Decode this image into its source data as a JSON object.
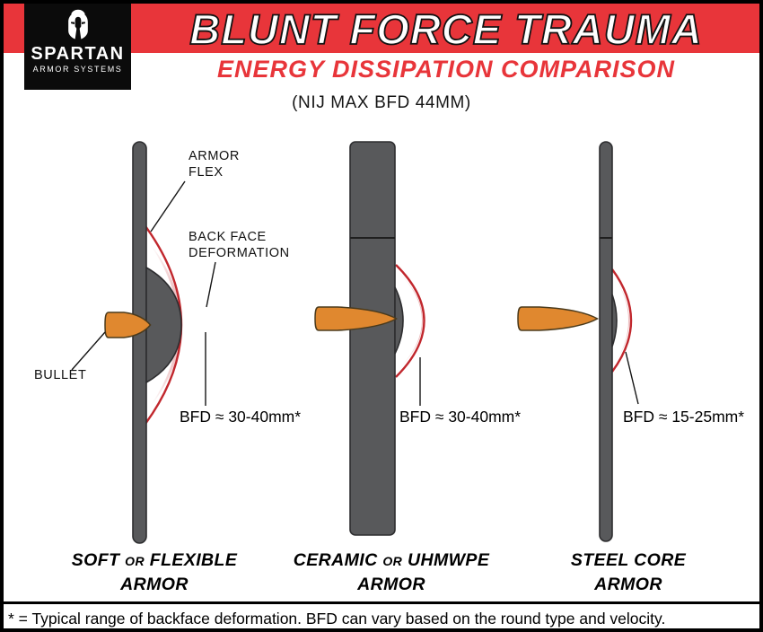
{
  "brand": {
    "name_top": "SPARTAN",
    "name_bottom": "ARMOR SYSTEMS"
  },
  "header": {
    "title": "BLUNT FORCE TRAUMA",
    "subtitle": "ENERGY DISSIPATION COMPARISON",
    "nij_note": "(NIJ MAX BFD 44MM)"
  },
  "annotations": {
    "armor_flex_line1": "ARMOR",
    "armor_flex_line2": "FLEX",
    "back_face_line1": "BACK FACE",
    "back_face_line2": "DEFORMATION",
    "bullet": "BULLET"
  },
  "panels": [
    {
      "bfd_value": "BFD ≈ 30-40mm*",
      "caption": {
        "a": "SOFT ",
        "or": "OR",
        "b": " FLEXIBLE",
        "line2": "ARMOR"
      }
    },
    {
      "bfd_value": "BFD ≈ 30-40mm*",
      "caption": {
        "a": "CERAMIC ",
        "or": "OR",
        "b": " UHMWPE",
        "line2": "ARMOR"
      }
    },
    {
      "bfd_value": "BFD ≈ 15-25mm*",
      "caption": {
        "a": "STEEL CORE",
        "or": "",
        "b": "",
        "line2": "ARMOR"
      }
    }
  ],
  "footnote": "* = Typical range of backface deformation. BFD can vary based on the round type and velocity.",
  "colors": {
    "band_red": "#e8353a",
    "arc_red": "#c1272d",
    "bullet_orange": "#e0882f",
    "armor_gray": "#58595b"
  }
}
